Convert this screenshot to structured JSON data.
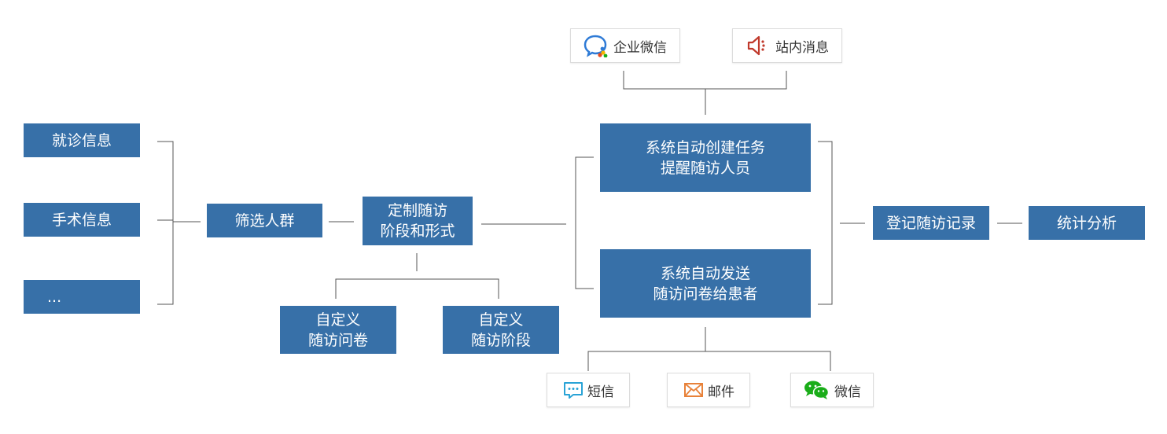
{
  "inputs": [
    "就诊信息",
    "手术信息",
    "..."
  ],
  "filter": "筛选人群",
  "customize": {
    "line1": "定制随访",
    "line2": "阶段和形式"
  },
  "custom_questionnaire": {
    "line1": "自定义",
    "line2": "随访问卷"
  },
  "custom_stage": {
    "line1": "自定义",
    "line2": "随访阶段"
  },
  "auto_task": {
    "line1": "系统自动创建任务",
    "line2": "提醒随访人员"
  },
  "auto_send": {
    "line1": "系统自动发送",
    "line2": "随访问卷给患者"
  },
  "record": "登记随访记录",
  "analysis": "统计分析",
  "notify_channels": [
    {
      "icon": "wecom-icon",
      "label": "企业微信"
    },
    {
      "icon": "speaker-icon",
      "label": "站内消息"
    }
  ],
  "send_channels": [
    {
      "icon": "sms-icon",
      "label": "短信"
    },
    {
      "icon": "mail-icon",
      "label": "邮件"
    },
    {
      "icon": "wechat-icon",
      "label": "微信"
    }
  ],
  "colors": {
    "box": "#3770a8",
    "line": "#555555"
  }
}
